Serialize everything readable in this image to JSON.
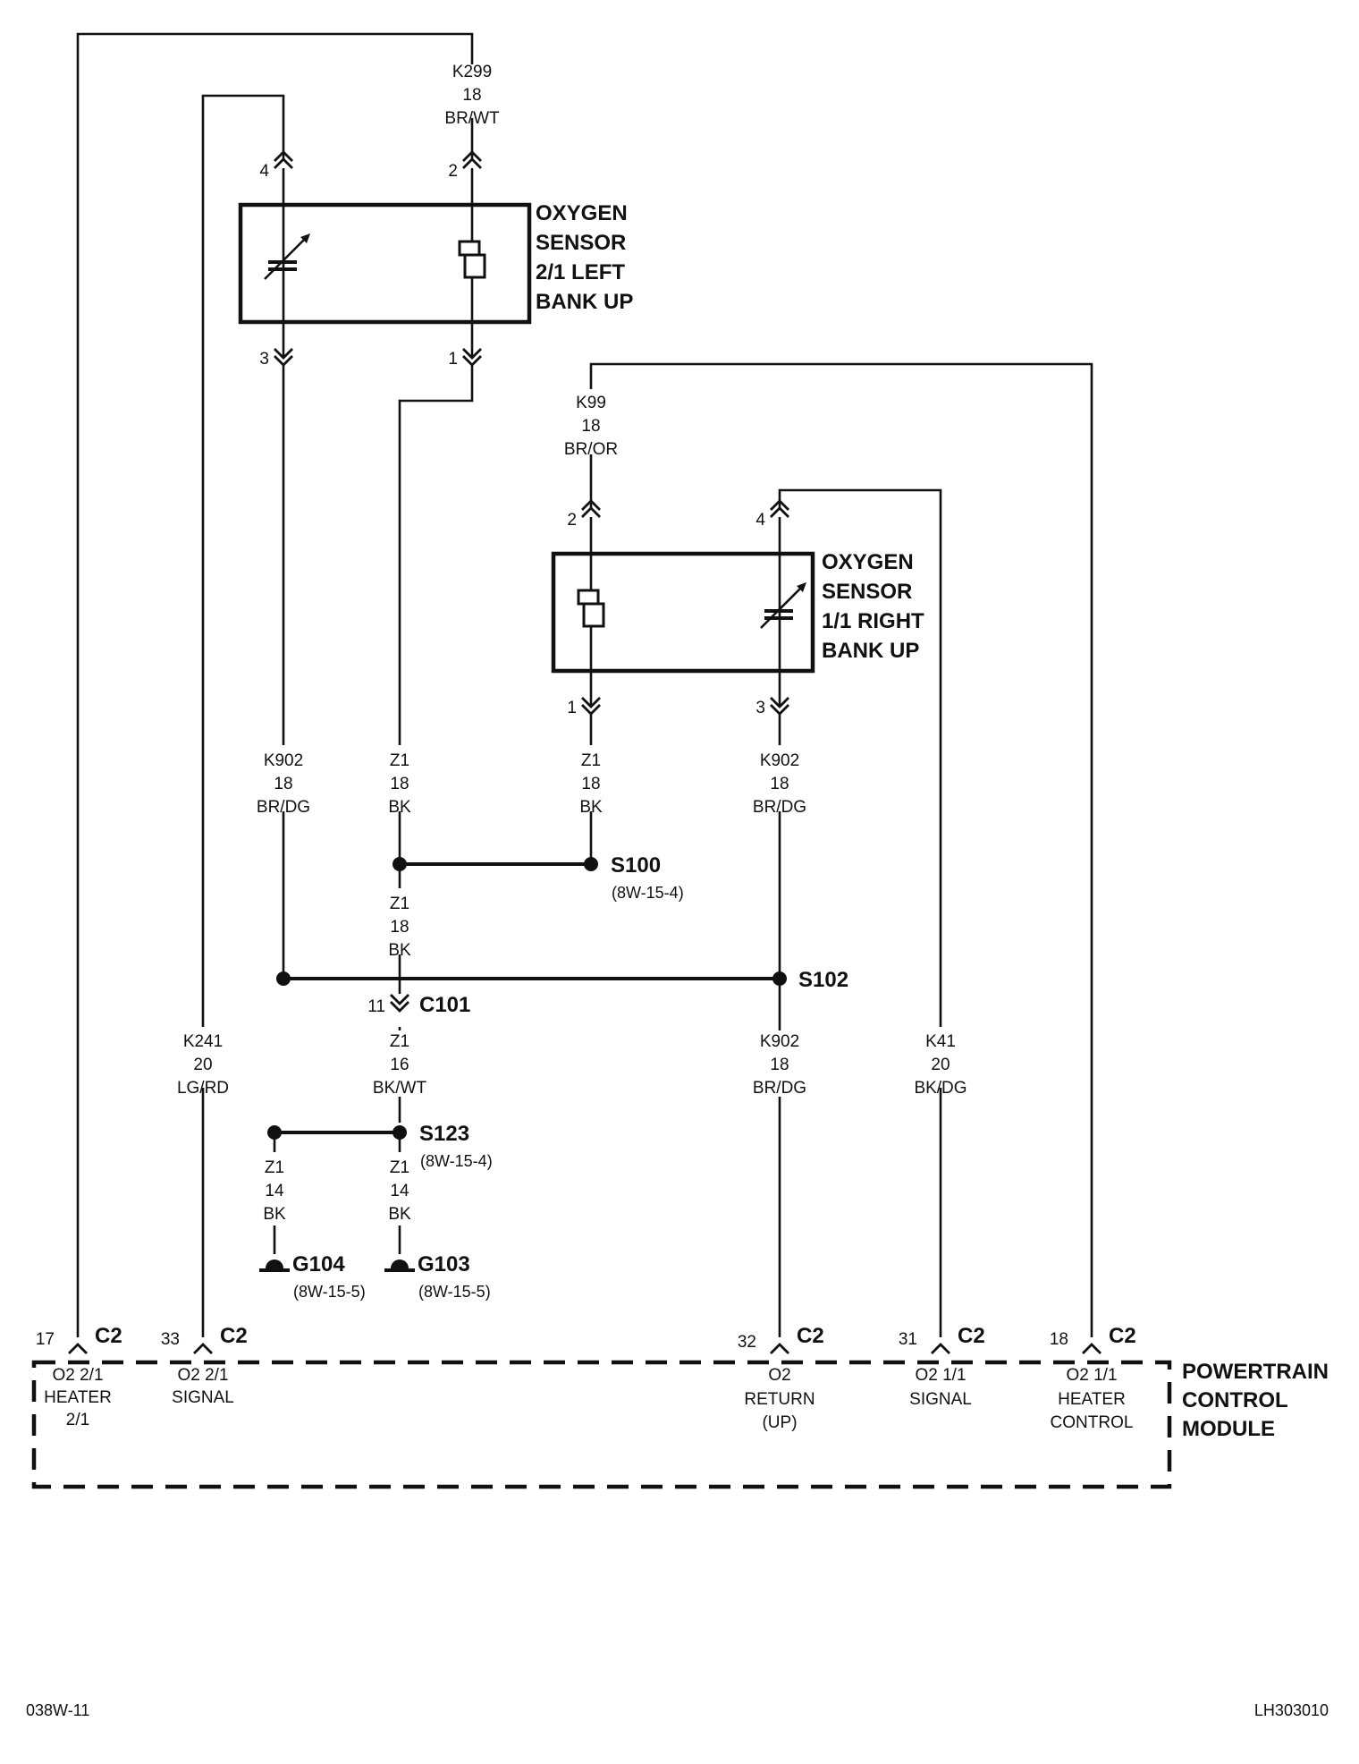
{
  "sensors": {
    "left": {
      "title": [
        "OXYGEN",
        "SENSOR",
        "2/1 LEFT",
        "BANK UP"
      ],
      "pins": {
        "p4": "4",
        "p2": "2",
        "p3": "3",
        "p1": "1"
      }
    },
    "right": {
      "title": [
        "OXYGEN",
        "SENSOR",
        "1/1 RIGHT",
        "BANK UP"
      ],
      "pins": {
        "p2": "2",
        "p4": "4",
        "p1": "1",
        "p3": "3"
      }
    }
  },
  "wires": {
    "k299": [
      "K299",
      "18",
      "BR/WT"
    ],
    "k99": [
      "K99",
      "18",
      "BR/OR"
    ],
    "k902_left": [
      "K902",
      "18",
      "BR/DG"
    ],
    "z1_left": [
      "Z1",
      "18",
      "BK"
    ],
    "z1_right": [
      "Z1",
      "18",
      "BK"
    ],
    "k902_right": [
      "K902",
      "18",
      "BR/DG"
    ],
    "z1_mid": [
      "Z1",
      "18",
      "BK"
    ],
    "k241": [
      "K241",
      "20",
      "LG/RD"
    ],
    "z1_c101": [
      "Z1",
      "16",
      "BK/WT"
    ],
    "k902_pcm": [
      "K902",
      "18",
      "BR/DG"
    ],
    "k41": [
      "K41",
      "20",
      "BK/DG"
    ],
    "z1_g104": [
      "Z1",
      "14",
      "BK"
    ],
    "z1_g103": [
      "Z1",
      "14",
      "BK"
    ]
  },
  "splices": {
    "s100": {
      "name": "S100",
      "ref": "(8W-15-4)"
    },
    "s102": {
      "name": "S102"
    },
    "s123": {
      "name": "S123",
      "ref": "(8W-15-4)"
    }
  },
  "connector_c101": {
    "name": "C101",
    "pin": "11"
  },
  "grounds": {
    "g104": {
      "name": "G104",
      "ref": "(8W-15-5)"
    },
    "g103": {
      "name": "G103",
      "ref": "(8W-15-5)"
    }
  },
  "pcm": {
    "title": [
      "POWERTRAIN",
      "CONTROL",
      "MODULE"
    ],
    "terminals": [
      {
        "pin": "17",
        "conn": "C2",
        "label": [
          "O2 2/1",
          "HEATER",
          "2/1"
        ]
      },
      {
        "pin": "33",
        "conn": "C2",
        "label": [
          "O2 2/1",
          "SIGNAL"
        ]
      },
      {
        "pin": "32",
        "conn": "C2",
        "label": [
          "O2",
          "RETURN",
          "(UP)"
        ]
      },
      {
        "pin": "31",
        "conn": "C2",
        "label": [
          "O2 1/1",
          "SIGNAL"
        ]
      },
      {
        "pin": "18",
        "conn": "C2",
        "label": [
          "O2 1/1",
          "HEATER",
          "CONTROL"
        ]
      }
    ]
  },
  "footer": {
    "left": "038W-11",
    "right": "LH303010"
  }
}
